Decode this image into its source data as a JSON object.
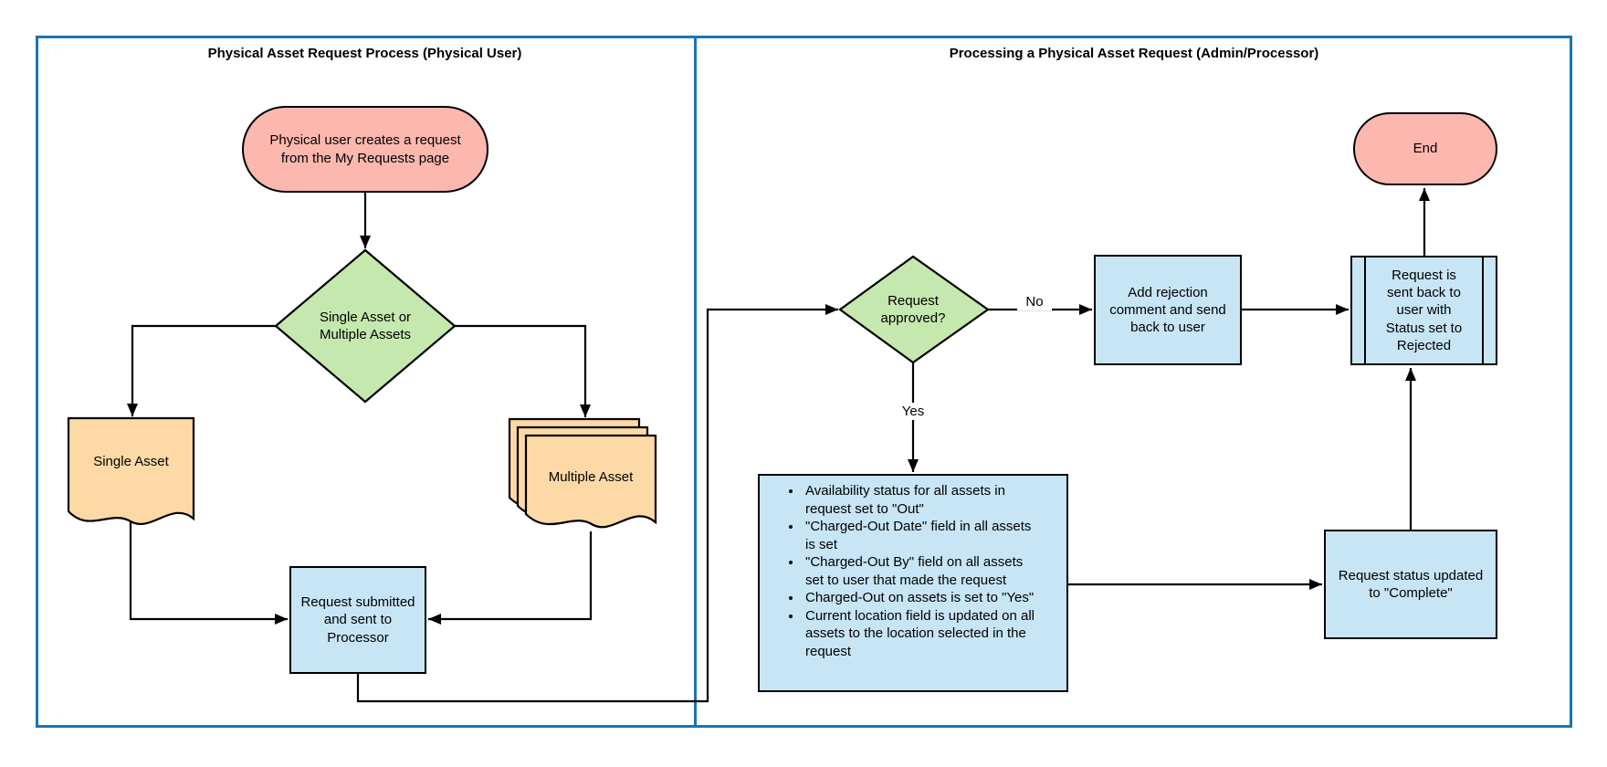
{
  "diagram": {
    "left_panel": {
      "title": "Physical Asset Request Process (Physical User)",
      "start_terminator": "Physical user creates a request from the My Requests page",
      "decision": "Single Asset or Multiple Assets",
      "single_asset_document": "Single Asset",
      "multiple_asset_document": "Multiple Asset",
      "submit_process": "Request submitted and sent to Processor"
    },
    "right_panel": {
      "title": "Processing a Physical Asset Request (Admin/Processor)",
      "decision": "Request approved?",
      "no_label": "No",
      "yes_label": "Yes",
      "reject_process": "Add rejection comment and send back to user",
      "sent_back_predefined": "Request is sent back to user with Status set to Rejected",
      "end_terminator": "End",
      "approved_action_items": [
        "Availability status for all assets in request set to \"Out\"",
        "\"Charged-Out Date\" field in all assets is set",
        "\"Charged-Out By\" field on all assets set to user that made the request",
        "Charged-Out on assets is set to \"Yes\"",
        "Current location field is updated on all assets to the location selected in the request"
      ],
      "complete_process": "Request status updated to \"Complete\""
    },
    "colors": {
      "terminator_fill": "#fcb8af",
      "decision_fill": "#c5e8ae",
      "document_fill": "#fdd9a6",
      "process_fill": "#c7e5f5",
      "shape_stroke": "#000000",
      "panel_border": "#1a73b5"
    }
  }
}
